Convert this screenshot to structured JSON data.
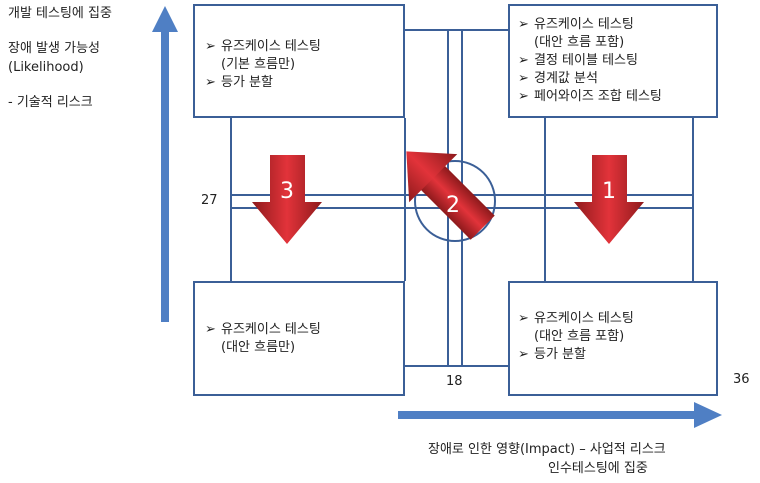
{
  "left_labels": {
    "top": "개발 테스팅에 집중",
    "likelihood_ko": "장애 발생 가능성",
    "likelihood_en": "(Likelihood)",
    "tech_risk": "- 기술적 리스크"
  },
  "bottom_labels": {
    "impact": "장애로 인한 영향(Impact) – 사업적 리스크",
    "acceptance": "인수테스팅에 집중"
  },
  "numbers": {
    "y_mid": "27",
    "x_mid": "18",
    "x_max": "36"
  },
  "quadrants": {
    "top_left": [
      {
        "text": "유즈케이스 테스팅",
        "bullet": true
      },
      {
        "text": "(기본 흐름만)",
        "bullet": false
      },
      {
        "text": "등가 분할",
        "bullet": true
      }
    ],
    "top_right": [
      {
        "text": "유즈케이스 테스팅",
        "bullet": true
      },
      {
        "text": "(대안 흐름 포함)",
        "bullet": false
      },
      {
        "text": "결정 테이블 테스팅",
        "bullet": true
      },
      {
        "text": "경계값 분석",
        "bullet": true
      },
      {
        "text": "페어와이즈 조합 테스팅",
        "bullet": true
      }
    ],
    "bottom_left": [
      {
        "text": "유즈케이스 테스팅",
        "bullet": true
      },
      {
        "text": "(대안 흐름만)",
        "bullet": false
      }
    ],
    "bottom_right": [
      {
        "text": "유즈케이스 테스팅",
        "bullet": true
      },
      {
        "text": "(대안 흐름 포함)",
        "bullet": false
      },
      {
        "text": "등가 분할",
        "bullet": true
      }
    ]
  },
  "arrows": {
    "a1": "1",
    "a2": "2",
    "a3": "3"
  },
  "colors": {
    "axis": "#4f7fc4",
    "box_border": "#3b5f97",
    "arrow": "#c0272d"
  }
}
